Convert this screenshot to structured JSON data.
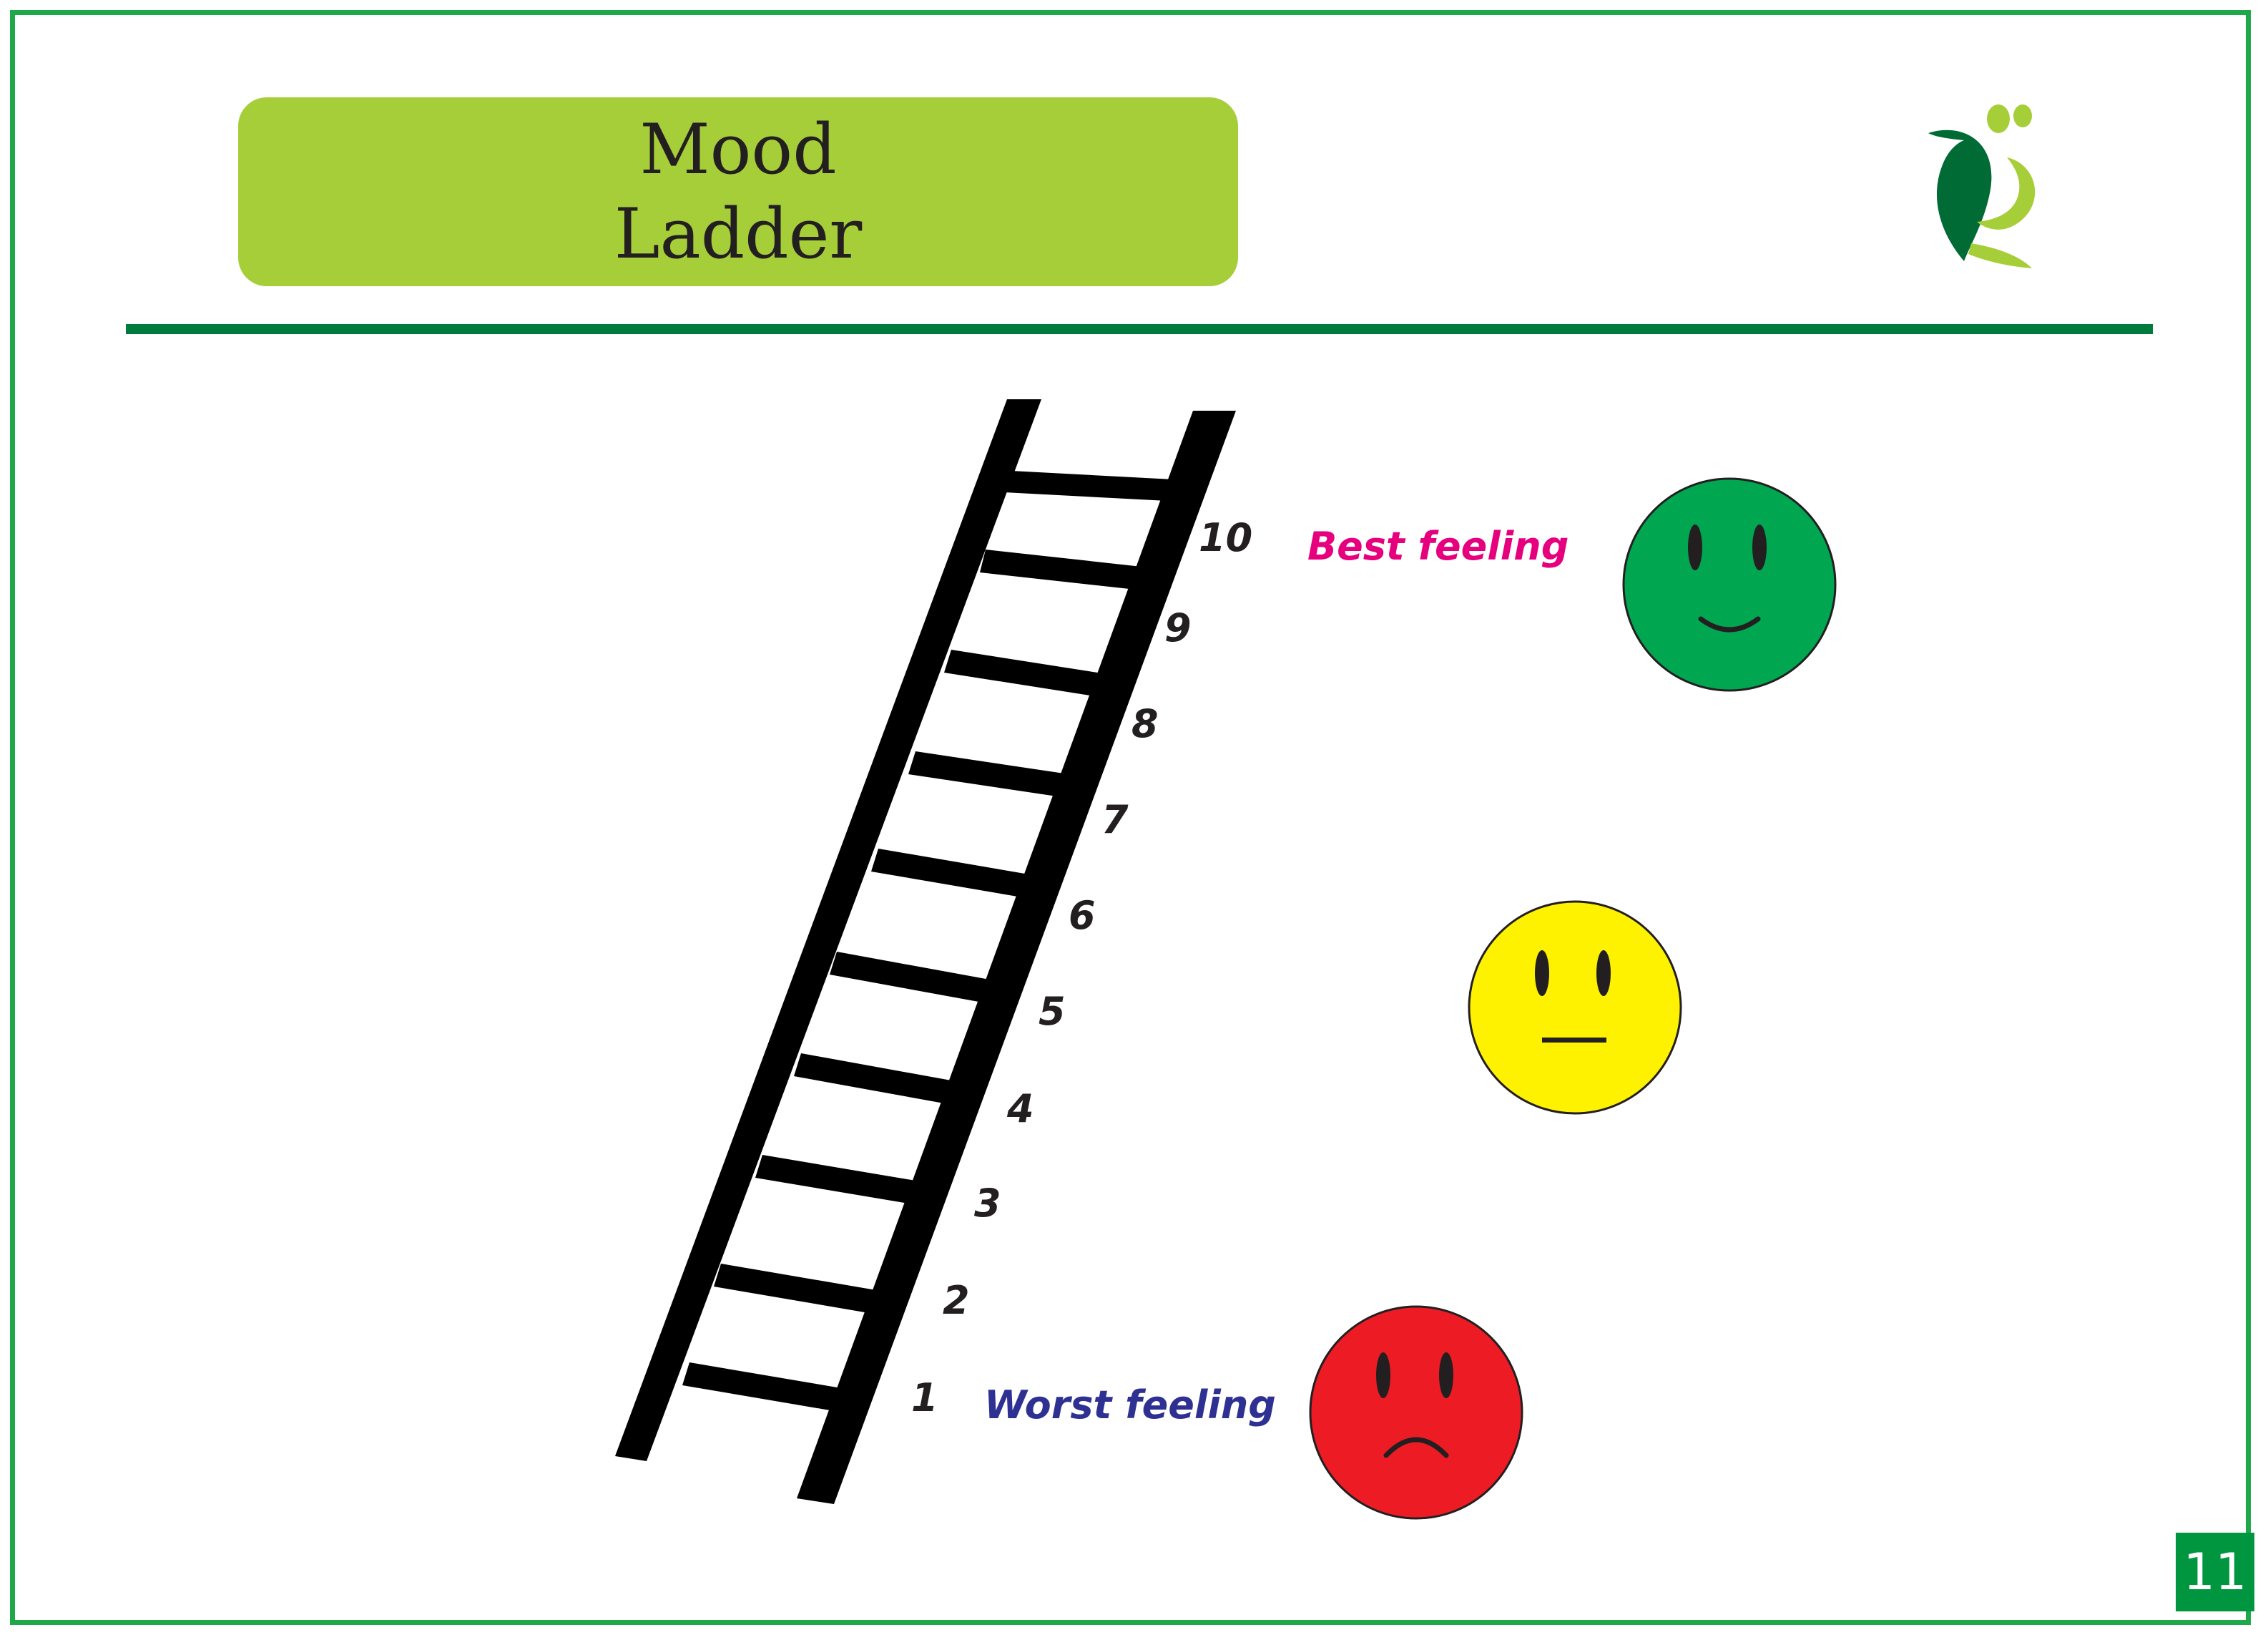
{
  "header": {
    "title_line_1": "Mood",
    "title_line_2": "Ladder",
    "logo_icon": "leaf-person-logo-icon"
  },
  "ladder": {
    "numbers": [
      "10",
      "9",
      "8",
      "7",
      "6",
      "5",
      "4",
      "3",
      "2",
      "1"
    ],
    "top_label": "Best feeling",
    "bottom_label": "Worst feeling"
  },
  "faces": {
    "happy": "smiling-face-icon",
    "neutral": "neutral-face-icon",
    "sad": "frowning-face-icon"
  },
  "colors": {
    "frame": "#1fa84a",
    "title_box": "#a6ce39",
    "divider": "#007a3d",
    "best_label": "#e6007e",
    "worst_label": "#2e3192",
    "happy_face": "#00a650",
    "neutral_face": "#fff200",
    "sad_face": "#ed1c24",
    "page_number_bg": "#009640"
  },
  "footer": {
    "page_number": "11"
  }
}
